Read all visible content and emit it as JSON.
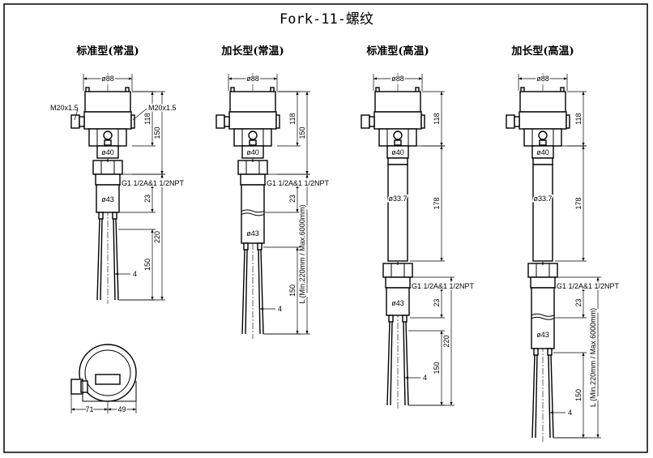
{
  "title": "Fork-11-螺纹",
  "views": [
    {
      "heading": "标准型(常温)"
    },
    {
      "heading": "加长型(常温)"
    },
    {
      "heading": "标准型(高温)"
    },
    {
      "heading": "加长型(高温)"
    }
  ],
  "labels": {
    "dia88": "ø88",
    "dia40": "ø40",
    "dia43": "ø43",
    "dia337": "ø33.7",
    "h118": "118",
    "h150": "150",
    "h23": "23",
    "h220": "220",
    "h178": "178",
    "tine4": "4",
    "gland": "M20x1.5",
    "thread": "G1 1/2A&1 1/2NPT",
    "length": "L (Min.220mm / Max.6000mm)",
    "w71": "71",
    "w49": "49"
  }
}
